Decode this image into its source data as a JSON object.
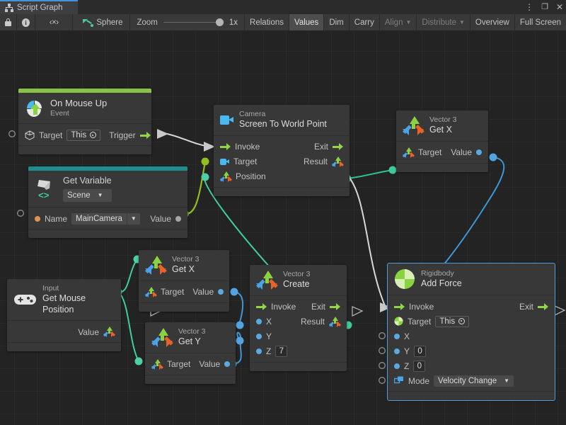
{
  "window": {
    "tab_title": "Script Graph",
    "tab_icon": "graph-icon",
    "buttons": [
      "kebab-menu",
      "maximize",
      "close"
    ]
  },
  "toolbar": {
    "lock_icon": "lock-icon",
    "info_icon": "info-icon",
    "code_label": "‹×›",
    "target_label": "Sphere",
    "target_icon": "sphere-icon",
    "zoom_label": "Zoom",
    "zoom_value": "1x",
    "items": [
      {
        "label": "Relations",
        "state": "normal"
      },
      {
        "label": "Values",
        "state": "selected"
      },
      {
        "label": "Dim",
        "state": "normal"
      },
      {
        "label": "Carry",
        "state": "normal"
      },
      {
        "label": "Align",
        "state": "disabled",
        "caret": true
      },
      {
        "label": "Distribute",
        "state": "disabled",
        "caret": true
      },
      {
        "label": "Overview",
        "state": "normal"
      },
      {
        "label": "Full Screen",
        "state": "normal"
      }
    ]
  },
  "colors": {
    "background": "#232323",
    "node_body": "#383838",
    "event_accent": "#8ac249",
    "variable_accent": "#1d8e8e",
    "flow_green": "#90d647",
    "wire_white": "#d8d8d8",
    "wire_green": "#8fbf1f",
    "wire_teal": "#3fcf9a",
    "wire_blue": "#3d97d8",
    "selection": "#4a9edd"
  },
  "nodes": [
    {
      "id": "on-mouse-up",
      "category": "Event",
      "title": "On Mouse Up",
      "icon": "mouse-up-icon",
      "accent": "#8ac249",
      "rows": [
        {
          "left_label": "Target",
          "left_icon": "cube-icon",
          "value": "This",
          "right_label": "Trigger",
          "right_icon": "flow-arrow"
        }
      ]
    },
    {
      "id": "get-variable",
      "category": "Get Variable",
      "title": "Scene",
      "icon": "variable-icon",
      "accent": "#1d8e8e",
      "kind": "dropdown-header",
      "rows": [
        {
          "left_label": "Name",
          "value": "MainCamera",
          "right_label": "Value"
        }
      ]
    },
    {
      "id": "screen-to-world-point",
      "category": "Camera",
      "title": "Screen To World Point",
      "icon": "camera-icon",
      "rows": [
        {
          "left_label": "Invoke",
          "right_label": "Exit"
        },
        {
          "left_label": "Target",
          "right_label": "Result"
        },
        {
          "left_label": "Position"
        }
      ]
    },
    {
      "id": "vector3-getx-top",
      "category": "Vector 3",
      "title": "Get X",
      "icon": "vector3-icon",
      "rows": [
        {
          "left_label": "Target",
          "right_label": "Value"
        }
      ]
    },
    {
      "id": "vector3-getx-mid",
      "category": "Vector 3",
      "title": "Get X",
      "icon": "vector3-icon",
      "rows": [
        {
          "left_label": "Target",
          "right_label": "Value"
        }
      ]
    },
    {
      "id": "vector3-gety",
      "category": "Vector 3",
      "title": "Get Y",
      "icon": "vector3-icon",
      "rows": [
        {
          "left_label": "Target",
          "right_label": "Value"
        }
      ]
    },
    {
      "id": "get-mouse-position",
      "category": "Input",
      "title": "Get Mouse Position",
      "icon": "gamepad-icon",
      "rows": [
        {
          "right_label": "Value"
        }
      ]
    },
    {
      "id": "vector3-create",
      "category": "Vector 3",
      "title": "Create",
      "icon": "vector3-icon",
      "rows": [
        {
          "left_label": "Invoke",
          "right_label": "Exit"
        },
        {
          "left_label": "X",
          "right_label": "Result"
        },
        {
          "left_label": "Y"
        },
        {
          "left_label": "Z",
          "value": "7"
        }
      ]
    },
    {
      "id": "rigidbody-add-force",
      "category": "Rigidbody",
      "title": "Add Force",
      "icon": "rigidbody-icon",
      "selected": true,
      "rows": [
        {
          "left_label": "Invoke",
          "right_label": "Exit"
        },
        {
          "left_label": "Target",
          "value": "This"
        },
        {
          "left_label": "X"
        },
        {
          "left_label": "Y",
          "value": "0"
        },
        {
          "left_label": "Z",
          "value": "0"
        },
        {
          "left_label": "Mode",
          "value": "Velocity Change",
          "icon": "mode-icon"
        }
      ]
    }
  ]
}
